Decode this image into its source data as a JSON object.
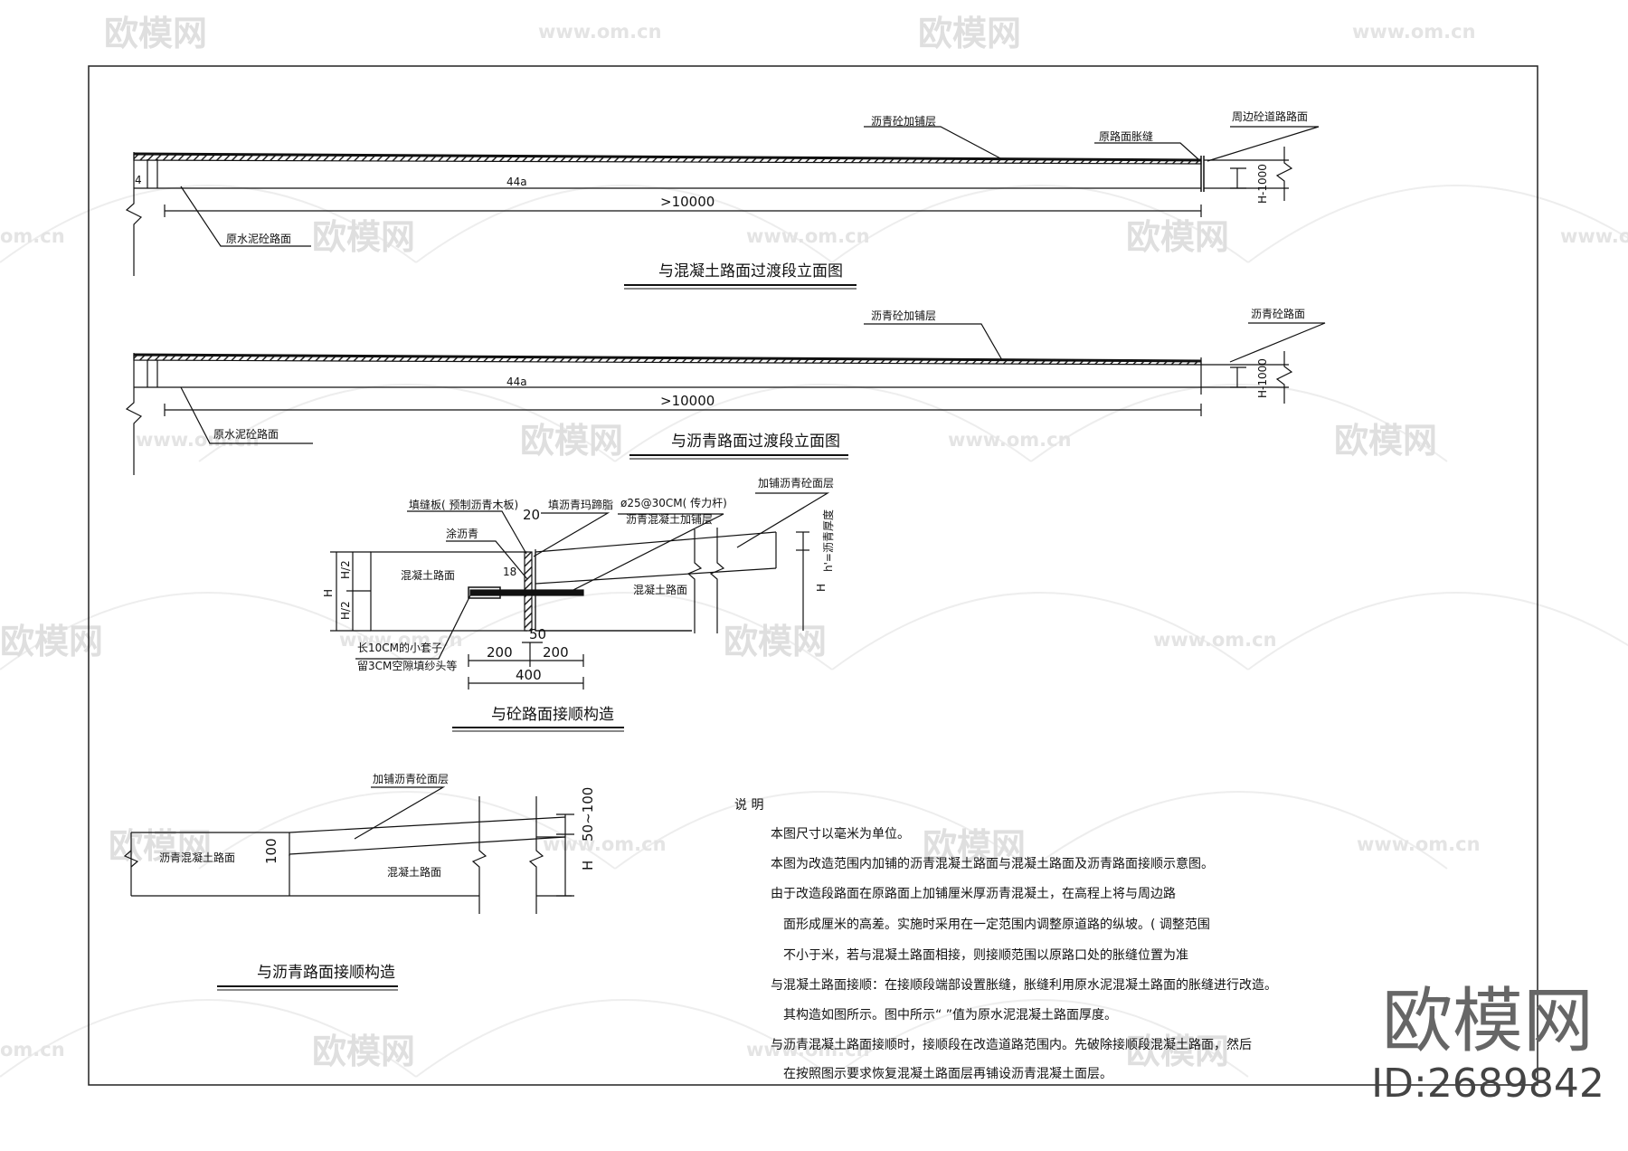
{
  "watermark": {
    "brand": "欧模网",
    "url": "www.om.cn",
    "url_partial": "om.cn"
  },
  "brand": {
    "logo": "欧模网",
    "id": "ID:2689842"
  },
  "fig1": {
    "title": "与混凝土路面过渡段立面图",
    "label_overlay": "沥青砼加铺层",
    "label_joint": "原路面胀缝",
    "label_adjacent": "周边砼道路路面",
    "label_base": "原水泥砼路面",
    "dim_length": ">10000",
    "dim_h": "H-1000",
    "mark_a": "4",
    "mark_b": "44a"
  },
  "fig2": {
    "title": "与沥青路面过渡段立面图",
    "label_overlay": "沥青砼加铺层",
    "label_asphalt": "沥青砼路面",
    "label_base": "原水泥砼路面",
    "dim_length": ">10000",
    "dim_h": "H-1000",
    "mark_b": "44a"
  },
  "fig3": {
    "title": "与砼路面接顺构造",
    "label_filler_board": "填缝板( 预制沥青木板)",
    "label_dim20": "20",
    "label_filler": "填沥青玛蹄脂",
    "label_dowel": "ø25@30CM( 传力杆)",
    "label_overlay_top": "加铺沥青砼面层",
    "label_asphalt_overlay": "沥青混凝土加铺层",
    "label_coat": "涂沥青",
    "label_concrete_left": "混凝土路面",
    "label_concrete_right": "混凝土路面",
    "label_sleeve_1": "长10CM的小套子",
    "label_sleeve_2": "留3CM空隙填纱头等",
    "label_h": "H",
    "label_h2_top": "H/2",
    "label_h2_bottom": "H/2",
    "label_hprime": "h'=沥青厚度",
    "label_h_right": "H",
    "dim_50": "50",
    "dim_200_left": "200",
    "dim_200_right": "200",
    "dim_400": "400",
    "mark_18": "18"
  },
  "fig4": {
    "title": "与沥青路面接顺构造",
    "label_overlay": "加铺沥青砼面层",
    "label_asphalt": "沥青混凝土路面",
    "label_concrete": "混凝土路面",
    "dim_100": "100",
    "dim_50_100": "50~100",
    "dim_h": "H"
  },
  "notes": {
    "heading": "说  明",
    "lines": [
      "本图尺寸以毫米为单位。",
      "本图为改造范围内加铺的沥青混凝土路面与混凝土路面及沥青路面接顺示意图。",
      "由于改造段路面在原路面上加铺厘米厚沥青混凝土，在高程上将与周边路",
      "面形成厘米的高差。实施时采用在一定范围内调整原道路的纵坡。( 调整范围",
      "不小于米，若与混凝土路面相接，则接顺范围以原路口处的胀缝位置为准",
      "与混凝土路面接顺：在接顺段端部设置胀缝，胀缝利用原水泥混凝土路面的胀缝进行改造。",
      "其构造如图所示。图中所示“ ”值为原水泥混凝土路面厚度。",
      "与沥青混凝土路面接顺时，接顺段在改造道路范围内。先破除接顺段混凝土路面，然后",
      "在按照图示要求恢复混凝土路面层再铺设沥青混凝土面层。"
    ]
  },
  "colors": {
    "line": "#111111",
    "watermark": "#dcdcdc",
    "hatch": "#333333"
  }
}
